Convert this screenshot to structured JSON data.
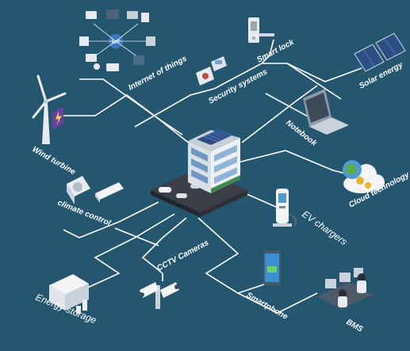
{
  "diagram": {
    "colors": {
      "background": "#25566f",
      "connector": "#ffffff",
      "building": "#e9edf1",
      "solar": "#2d4f86"
    },
    "labels": {
      "iot": "Internet of things",
      "security": "Security systems",
      "smart_lock": "Smart lock",
      "solar": "Solar energy",
      "wind": "Wind turbine",
      "notebook": "Notebook",
      "cloud": "Cloud technology",
      "climate": "climate control",
      "ev": "EV chargers",
      "cctv": "CCTV Cameras",
      "smartphone": "Smartphone",
      "energy": "Energy storage",
      "bms": "BMS"
    },
    "icons": {
      "building": "smart-building-icon",
      "iot": "iot-network-icon",
      "security": "security-panel-icon",
      "smart_lock": "smart-lock-icon",
      "solar": "solar-panel-icon",
      "wind": "wind-turbine-icon",
      "notebook": "laptop-icon",
      "cloud": "cloud-icon",
      "climate": "air-conditioner-icon",
      "ev": "ev-charger-icon",
      "cctv": "cctv-camera-icon",
      "smartphone": "smartphone-icon",
      "energy": "battery-storage-icon",
      "bms": "operator-desk-icon"
    }
  }
}
